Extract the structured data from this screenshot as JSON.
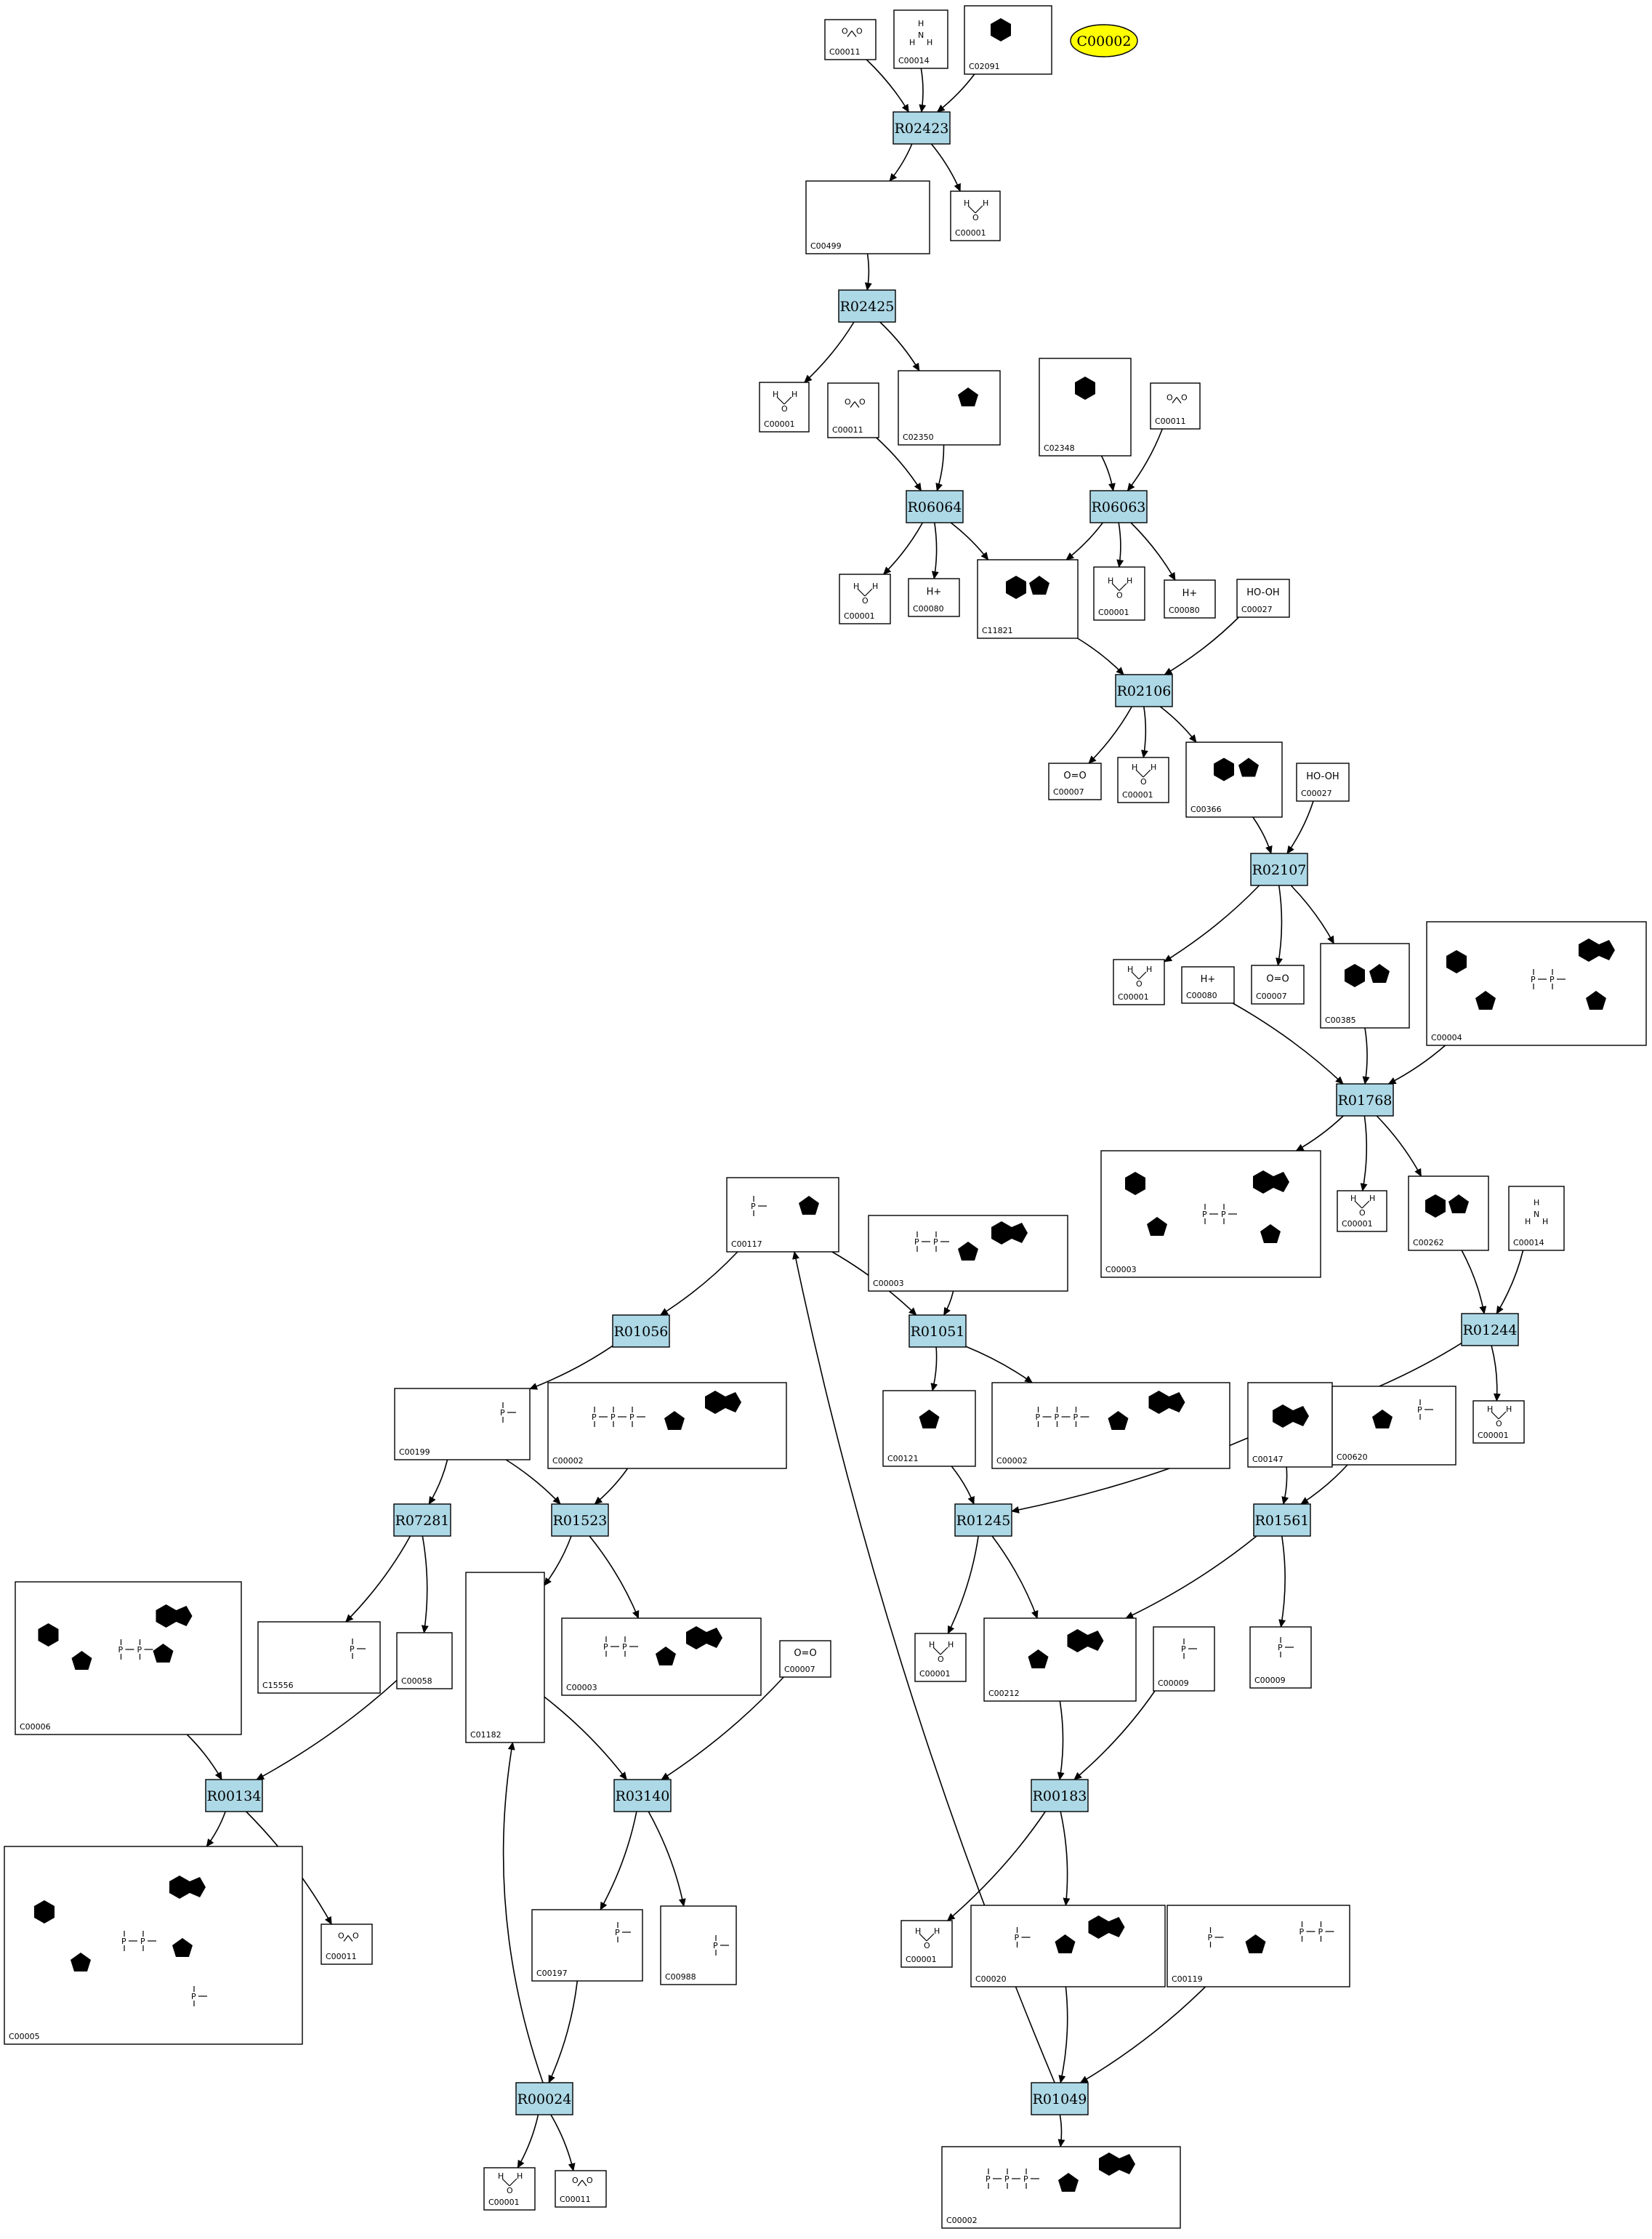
{
  "highlight": {
    "label": "C00002"
  },
  "reactions": [
    {
      "id": "R02423",
      "label": "R02423"
    },
    {
      "id": "R02425",
      "label": "R02425"
    },
    {
      "id": "R06064",
      "label": "R06064"
    },
    {
      "id": "R06063",
      "label": "R06063"
    },
    {
      "id": "R02106",
      "label": "R02106"
    },
    {
      "id": "R02107",
      "label": "R02107"
    },
    {
      "id": "R01768",
      "label": "R01768"
    },
    {
      "id": "R01244",
      "label": "R01244"
    },
    {
      "id": "R01056",
      "label": "R01056"
    },
    {
      "id": "R01051",
      "label": "R01051"
    },
    {
      "id": "R07281",
      "label": "R07281"
    },
    {
      "id": "R01523",
      "label": "R01523"
    },
    {
      "id": "R01245",
      "label": "R01245"
    },
    {
      "id": "R01561",
      "label": "R01561"
    },
    {
      "id": "R00134",
      "label": "R00134"
    },
    {
      "id": "R03140",
      "label": "R03140"
    },
    {
      "id": "R00183",
      "label": "R00183"
    },
    {
      "id": "R00024",
      "label": "R00024"
    },
    {
      "id": "R01049",
      "label": "R01049"
    }
  ],
  "compounds": [
    {
      "key": "c1",
      "id": "C00011",
      "label": "O=C=O",
      "kind": "co2"
    },
    {
      "key": "c2",
      "id": "C00014",
      "label": "NH3",
      "kind": "nh3"
    },
    {
      "key": "c3",
      "id": "C02091",
      "label": "",
      "kind": "struct"
    },
    {
      "key": "c4",
      "id": "C00499",
      "label": "",
      "kind": "struct"
    },
    {
      "key": "c5",
      "id": "C00001",
      "label": "H2O",
      "kind": "water"
    },
    {
      "key": "c6",
      "id": "C00001",
      "label": "H2O",
      "kind": "water"
    },
    {
      "key": "c7",
      "id": "C00011",
      "label": "O=C=O",
      "kind": "co2"
    },
    {
      "key": "c8",
      "id": "C02350",
      "label": "",
      "kind": "struct"
    },
    {
      "key": "c9",
      "id": "C02348",
      "label": "",
      "kind": "struct"
    },
    {
      "key": "c10",
      "id": "C00011",
      "label": "O=C=O",
      "kind": "co2"
    },
    {
      "key": "c11",
      "id": "C00001",
      "label": "H2O",
      "kind": "water"
    },
    {
      "key": "c12",
      "id": "C00080",
      "label": "H+",
      "kind": "text"
    },
    {
      "key": "c13",
      "id": "C11821",
      "label": "",
      "kind": "struct"
    },
    {
      "key": "c14",
      "id": "C00001",
      "label": "H2O",
      "kind": "water"
    },
    {
      "key": "c15",
      "id": "C00080",
      "label": "H+",
      "kind": "text"
    },
    {
      "key": "c16",
      "id": "C00027",
      "label": "HO-OH",
      "kind": "text"
    },
    {
      "key": "c17",
      "id": "C00007",
      "label": "O=O",
      "kind": "text"
    },
    {
      "key": "c18",
      "id": "C00001",
      "label": "H2O",
      "kind": "water"
    },
    {
      "key": "c19",
      "id": "C00366",
      "label": "",
      "kind": "struct"
    },
    {
      "key": "c20",
      "id": "C00027",
      "label": "HO-OH",
      "kind": "text"
    },
    {
      "key": "c21",
      "id": "C00001",
      "label": "H2O",
      "kind": "water"
    },
    {
      "key": "c22",
      "id": "C00080",
      "label": "H+",
      "kind": "text"
    },
    {
      "key": "c23",
      "id": "C00007",
      "label": "O=O",
      "kind": "text"
    },
    {
      "key": "c24",
      "id": "C00385",
      "label": "",
      "kind": "struct"
    },
    {
      "key": "c25",
      "id": "C00004",
      "label": "",
      "kind": "struct"
    },
    {
      "key": "c26",
      "id": "C00003",
      "label": "",
      "kind": "struct"
    },
    {
      "key": "c27",
      "id": "C00001",
      "label": "H2O",
      "kind": "water"
    },
    {
      "key": "c28",
      "id": "C00262",
      "label": "",
      "kind": "struct"
    },
    {
      "key": "c29",
      "id": "C00014",
      "label": "NH3",
      "kind": "nh3"
    },
    {
      "key": "c30",
      "id": "C00117",
      "label": "",
      "kind": "struct"
    },
    {
      "key": "c31",
      "id": "C00003",
      "label": "",
      "kind": "struct"
    },
    {
      "key": "c32",
      "id": "C00199",
      "label": "",
      "kind": "struct"
    },
    {
      "key": "c33",
      "id": "C00002",
      "label": "",
      "kind": "struct"
    },
    {
      "key": "c34",
      "id": "C00121",
      "label": "",
      "kind": "struct"
    },
    {
      "key": "c35",
      "id": "C00002",
      "label": "",
      "kind": "struct"
    },
    {
      "key": "c36",
      "id": "C00147",
      "label": "",
      "kind": "struct"
    },
    {
      "key": "c37",
      "id": "C00620",
      "label": "",
      "kind": "struct"
    },
    {
      "key": "c38",
      "id": "C00001",
      "label": "H2O",
      "kind": "water"
    },
    {
      "key": "c39",
      "id": "C00006",
      "label": "",
      "kind": "struct"
    },
    {
      "key": "c40",
      "id": "C15556",
      "label": "",
      "kind": "struct"
    },
    {
      "key": "c41",
      "id": "C00058",
      "label": "",
      "kind": "struct"
    },
    {
      "key": "c42",
      "id": "C01182",
      "label": "",
      "kind": "struct"
    },
    {
      "key": "c43",
      "id": "C00003",
      "label": "",
      "kind": "struct"
    },
    {
      "key": "c44",
      "id": "C00007",
      "label": "O=O",
      "kind": "text"
    },
    {
      "key": "c45",
      "id": "C00001",
      "label": "H2O",
      "kind": "water"
    },
    {
      "key": "c46",
      "id": "C00212",
      "label": "",
      "kind": "struct"
    },
    {
      "key": "c47",
      "id": "C00009",
      "label": "",
      "kind": "struct"
    },
    {
      "key": "c48",
      "id": "C00009",
      "label": "",
      "kind": "struct"
    },
    {
      "key": "c49",
      "id": "C00005",
      "label": "",
      "kind": "struct"
    },
    {
      "key": "c50",
      "id": "C00011",
      "label": "O=C=O",
      "kind": "co2"
    },
    {
      "key": "c51",
      "id": "C00197",
      "label": "",
      "kind": "struct"
    },
    {
      "key": "c52",
      "id": "C00988",
      "label": "",
      "kind": "struct"
    },
    {
      "key": "c53",
      "id": "C00001",
      "label": "H2O",
      "kind": "water"
    },
    {
      "key": "c54",
      "id": "C00020",
      "label": "",
      "kind": "struct"
    },
    {
      "key": "c55",
      "id": "C00119",
      "label": "",
      "kind": "struct"
    },
    {
      "key": "c56",
      "id": "C00001",
      "label": "H2O",
      "kind": "water"
    },
    {
      "key": "c57",
      "id": "C00011",
      "label": "O=C=O",
      "kind": "co2"
    },
    {
      "key": "c58",
      "id": "C00002",
      "label": "",
      "kind": "struct"
    }
  ]
}
